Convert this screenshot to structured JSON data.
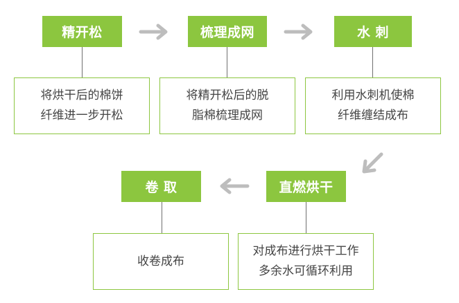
{
  "colors": {
    "step_fill": "#8cc63f",
    "box_border": "#8cc63f",
    "arrow": "#bdbdbd",
    "connector": "#6f6f6f",
    "desc_text": "#444444"
  },
  "steps": {
    "fine_opening": {
      "title": "精开松",
      "desc_line1": "将烘干后的棉饼",
      "desc_line2": "纤维进一步开松"
    },
    "carding": {
      "title": "梳理成网",
      "desc_line1": "将精开松后的脱",
      "desc_line2": "脂棉梳理成网"
    },
    "spunlace": {
      "title": "水 刺",
      "desc_line1": "利用水刺机使棉",
      "desc_line2": "纤维缠结成布"
    },
    "direct_drying": {
      "title": "直燃烘干",
      "desc_line1": "对成布进行烘干工作",
      "desc_line2": "多余水可循环利用"
    },
    "winding": {
      "title": "卷 取",
      "desc_line1": "收卷成布"
    }
  },
  "icons": [
    "arrow-right-icon",
    "arrow-down-left-icon",
    "arrow-left-icon"
  ]
}
